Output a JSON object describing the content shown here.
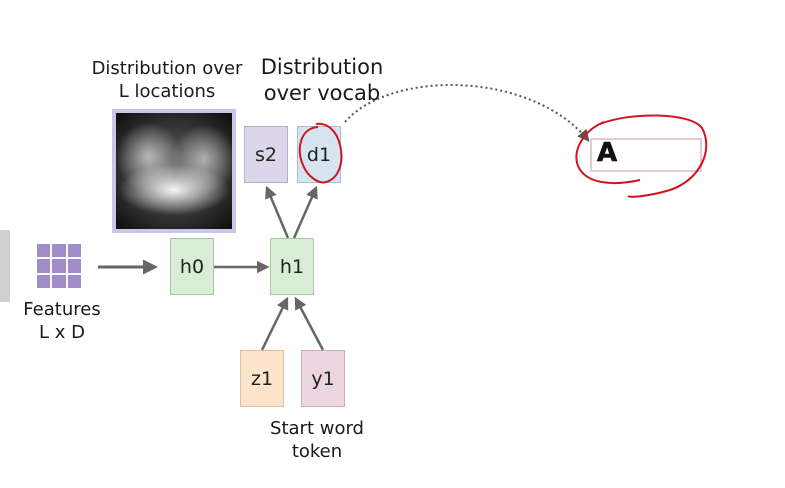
{
  "labels": {
    "dist_locations": "Distribution over\nL locations",
    "dist_vocab": "Distribution\nover vocab",
    "features": "Features\nL x D",
    "start_token": "Start word\ntoken"
  },
  "nodes": {
    "h0": "h0",
    "h1": "h1",
    "s2": "s2",
    "d1": "d1",
    "z1": "z1",
    "y1": "y1"
  },
  "output": {
    "letter": "A"
  },
  "colors": {
    "hidden": "#d9ecd5",
    "context": "#fbe3cc",
    "word": "#ecd5de",
    "attention": "#dcd6ea",
    "vocab": "#d6e4ef",
    "annotation_red": "#d2141e",
    "arrow": "#666666"
  }
}
